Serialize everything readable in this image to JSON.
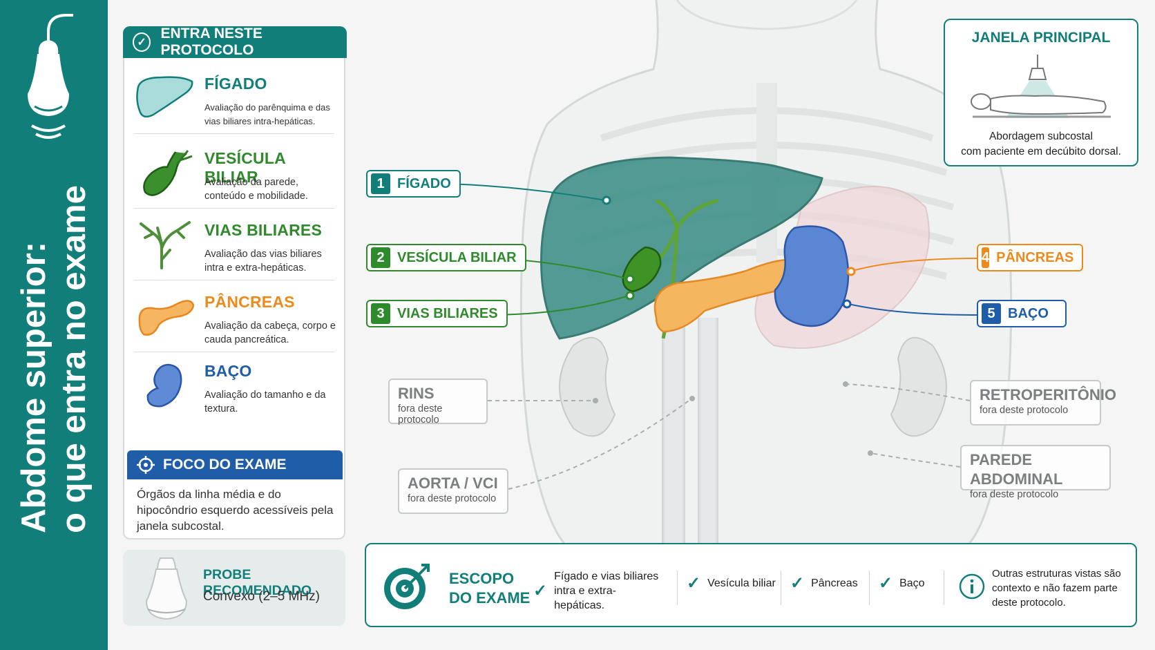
{
  "side_title": {
    "line1": "Abdome superior:",
    "line2": "o que entra no exame"
  },
  "protocol": {
    "header": "ENTRA NESTE PROTOCOLO",
    "organs": [
      {
        "name": "FÍGADO",
        "desc": "Avaliação do parênquima e das vias biliares intra-hepáticas.",
        "color": "#127e7a"
      },
      {
        "name": "VESÍCULA BILIAR",
        "desc": "Avaliação da parede, conteúdo e mobilidade.",
        "color": "#2e8a2b"
      },
      {
        "name": "VIAS BILIARES",
        "desc": "Avaliação das vias biliares intra e extra-hepáticas.",
        "color": "#2e8a2b"
      },
      {
        "name": "PÂNCREAS",
        "desc": "Avaliação da cabeça, corpo e cauda pancreática.",
        "color": "#ee8a1c"
      },
      {
        "name": "BAÇO",
        "desc": "Avaliação do tamanho e da textura.",
        "color": "#1f5da8"
      }
    ],
    "focus": {
      "header": "FOCO DO EXAME",
      "text": "Órgãos da linha média e do hipocôndrio esquerdo acessíveis pela janela subcostal."
    }
  },
  "probe": {
    "title": "PROBE RECOMENDADO",
    "value": "Convexo (2–5 MHz)"
  },
  "callouts": [
    {
      "num": "1",
      "label": "FÍGADO",
      "color": "#127e7a"
    },
    {
      "num": "2",
      "label": "VESÍCULA BILIAR",
      "color": "#2e8a2b"
    },
    {
      "num": "3",
      "label": "VIAS BILIARES",
      "color": "#2e8a2b"
    },
    {
      "num": "4",
      "label": "PÂNCREAS",
      "color": "#ee8a1c"
    },
    {
      "num": "5",
      "label": "BAÇO",
      "color": "#1f5da8"
    }
  ],
  "excluded": [
    {
      "title": "RINS",
      "note": "fora deste protocolo"
    },
    {
      "title": "AORTA / VCI",
      "note": "fora deste protocolo"
    },
    {
      "title": "RETROPERITÔNIO",
      "note": "fora deste protocolo"
    },
    {
      "title": "PAREDE ABDOMINAL",
      "note": "fora deste protocolo"
    }
  ],
  "window": {
    "title": "JANELA PRINCIPAL",
    "desc_line1": "Abordagem subcostal",
    "desc_line2": "com paciente em decúbito dorsal."
  },
  "scope": {
    "title_line1": "ESCOPO",
    "title_line2": "DO EXAME",
    "items": [
      "Fígado e vias biliares intra e extra-hepáticas.",
      "Vesícula biliar",
      "Pâncreas",
      "Baço"
    ],
    "note": "Outras estruturas vistas são contexto e não fazem parte deste protocolo."
  },
  "colors": {
    "teal": "#127e7a",
    "green": "#2e8a2b",
    "orange": "#ee8a1c",
    "blue": "#1f5da8"
  }
}
